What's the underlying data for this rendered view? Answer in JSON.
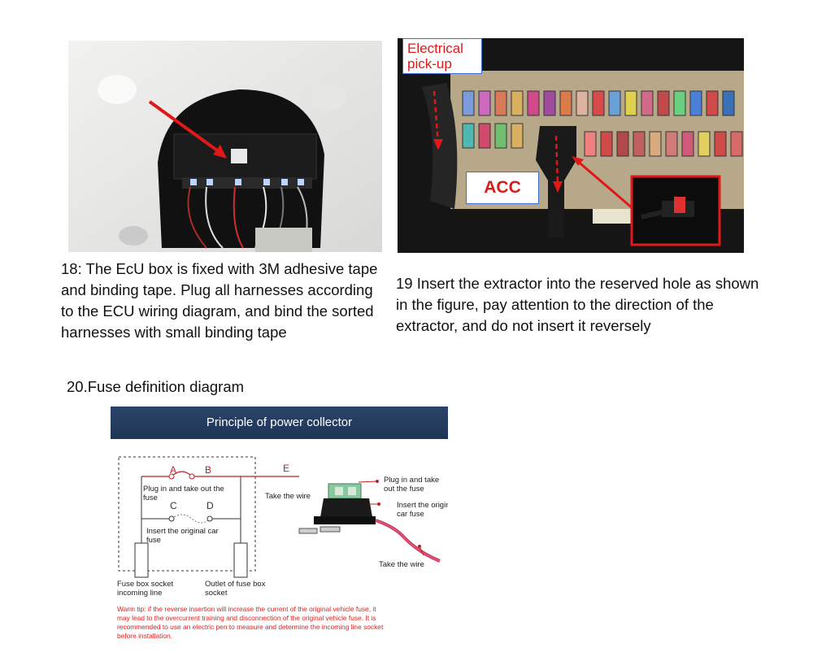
{
  "step18": {
    "caption": "18: The EcU box is fixed with 3M adhesive tape and binding tape. Plug all harnesses according to the ECU wiring diagram, and bind the sorted harnesses with small binding tape"
  },
  "step19": {
    "label_pickup_line1": "Electrical",
    "label_pickup_line2": "pick-up",
    "label_acc": "ACC",
    "caption": "19 Insert the extractor into the reserved hole as shown in the figure, pay attention to the direction of the extractor, and do not insert it reversely"
  },
  "step20": {
    "caption": "20.Fuse definition diagram",
    "diagram": {
      "header": "Principle of power collector",
      "point_a": "A",
      "point_b": "B",
      "point_c": "C",
      "point_d": "D",
      "point_e": "E",
      "plug_label_line1": "Plug in and take out the",
      "plug_label_line2": "fuse",
      "insert_label_line1": "Insert the original car",
      "insert_label_line2": "fuse",
      "take_wire_left": "Take the wire",
      "socket_in_line1": "Fuse box socket",
      "socket_in_line2": "incoming line",
      "socket_out_line1": "Outlet of fuse box",
      "socket_out_line2": "socket",
      "right_plug_line1": "Plug in and take",
      "right_plug_line2": "out the fuse",
      "right_insert_line1": "Insert the original",
      "right_insert_line2": "car fuse",
      "take_wire_right": "Take the wire",
      "warm_tip_lines": [
        "Warm tip: if the reverse insertion will increase the current of the original vehicle fuse, it",
        "may lead to the overcurrent training and disconnection of the original vehicle fuse. It is",
        "recommended to use an electric pen to measure and determine the incoming line socket",
        "before installation."
      ]
    }
  },
  "colors": {
    "arrow_red": "#e01818",
    "header_navy": "#1f3556",
    "warm_tip_red": "#e02020",
    "acc_text": "#d81c1c"
  }
}
